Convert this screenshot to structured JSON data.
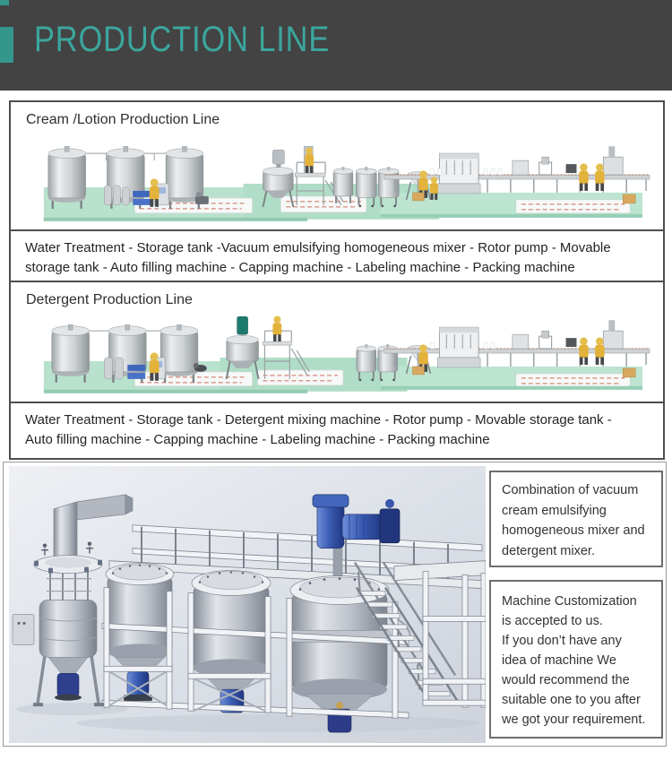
{
  "header": {
    "title": "PRODUCTION LINE",
    "colors": {
      "background": "#434343",
      "accent_teal": "#35968d",
      "title_teal": "#3ba69d"
    }
  },
  "sections": {
    "cream": {
      "title": "Cream /Lotion Production Line",
      "description": "Water Treatment - Storage tank -Vacuum emulsifying homogeneous mixer - Rotor pump - Movable\nstorage tank - Auto filling machine - Capping machine - Labeling machine - Packing machine"
    },
    "detergent": {
      "title": "Detergent Production Line",
      "description": "Water Treatment - Storage tank - Detergent mixing machine - Rotor pump - Movable storage tank -\nAuto filling machine - Capping machine - Labeling machine - Packing machine"
    }
  },
  "notes": {
    "combination": "Combination of vacuum\ncream emulsifying\nhomogeneous mixer and\ndetergent mixer.",
    "customization": "Machine Customization\nis accepted to us.\nIf you don’t have any\nidea of machine  We\nwould recommend the\nsuitable one to you after\nwe got your requirement."
  },
  "illustration_colors": {
    "floor_green": "#b8e2cd",
    "machine_blue": "#3a5cb4",
    "worker_yellow": "#e3b23a",
    "cad_background": "#dde1e8"
  }
}
